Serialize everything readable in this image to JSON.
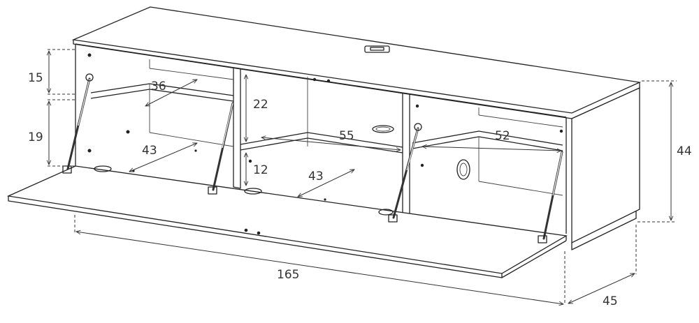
{
  "dimensions": {
    "upper_compartment_height": "15",
    "lower_compartment_height": "19",
    "left_shelf_depth": "36",
    "left_bottom_depth": "43",
    "middle_upper_height": "22",
    "middle_shelf_width": "55",
    "middle_lower_height": "12",
    "middle_bottom_depth": "43",
    "right_shelf_width": "52",
    "total_width": "165",
    "total_height": "44",
    "total_depth": "45"
  }
}
